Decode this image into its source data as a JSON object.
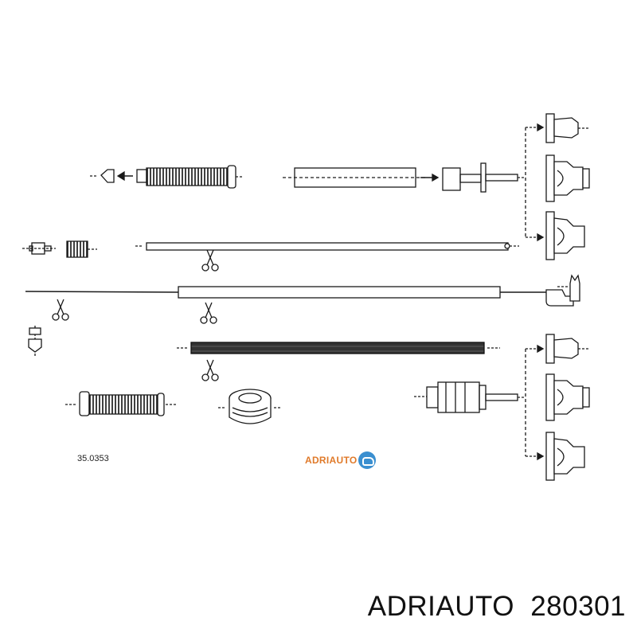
{
  "diagram": {
    "part_code": "35.0353",
    "logo_text": "ADRIAUTO",
    "logo_icon": "car-circle-icon"
  },
  "caption": {
    "brand": "ADRIAUTO",
    "part_number": "280301"
  },
  "colors": {
    "ink": "#1a1a1a",
    "logo_orange": "#e07a2a",
    "logo_blue": "#3a8fd0"
  }
}
